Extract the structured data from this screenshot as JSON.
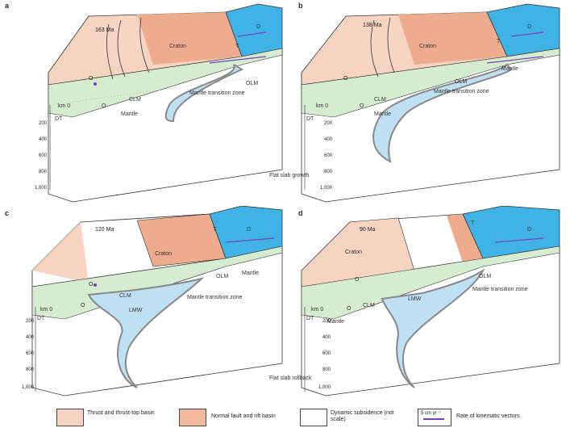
{
  "panels": [
    {
      "letter": "a",
      "age": "163 Ma",
      "labels": {
        "craton": "Craton",
        "mantle": "Mantle",
        "mtz": "Mantle transition zone",
        "olm": "OLM",
        "clm": "CLM",
        "dt": "DT",
        "t": "T",
        "d": "D",
        "o1": "O",
        "o2": "O",
        "km": "km 0"
      }
    },
    {
      "letter": "b",
      "age": "138 Ma",
      "labels": {
        "craton": "Craton",
        "mantle": "Mantle",
        "mtz": "Mantle transition zone",
        "olm": "OLM",
        "clm": "CLM",
        "dt": "DT",
        "t": "T",
        "d": "D",
        "o1": "O",
        "o2": "O",
        "km": "km 0",
        "caption": "Flat slab growth",
        "mantle2": "Mantle"
      }
    },
    {
      "letter": "c",
      "age": "120 Ma",
      "labels": {
        "craton": "Craton",
        "mantle": "Mantle",
        "mtz": "Mantle transition zone",
        "olm": "OLM",
        "clm": "CLM",
        "dt": "DT",
        "t": "T",
        "d": "D",
        "o1": "O",
        "o2": "O",
        "km": "km 0",
        "lmw": "LMW"
      }
    },
    {
      "letter": "d",
      "age": "90 Ma",
      "labels": {
        "craton": "Craton",
        "mantle": "Mantle",
        "mtz": "Mantle transition zone",
        "olm": "OLM",
        "clm": "CLM",
        "dt": "DT",
        "t": "T",
        "d": "D",
        "o1": "O",
        "o2": "O",
        "km": "km 0",
        "lmw": "LMW",
        "caption": "Flat slab rollback"
      }
    }
  ],
  "depth_ticks": [
    "200",
    "400",
    "600",
    "800",
    "1,000"
  ],
  "legend": {
    "thrust": "Thrust and thrust-top basin",
    "normal": "Normal fault and rift basin",
    "dynamic": "Dynamic subsidence (not scale)",
    "kin_box": "5 cm yr⁻¹",
    "kin": "Rate of kinematic vectors"
  },
  "colors": {
    "craton": "#f2b79c",
    "ocean": "#3fb3e6",
    "slab": "#bfe0f3",
    "lithosphere": "#d6ecd0",
    "arrow": "#7b3fbf"
  }
}
